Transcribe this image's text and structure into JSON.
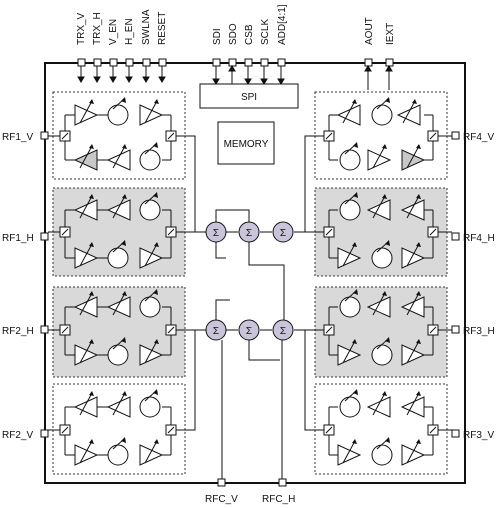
{
  "top_pins_left": [
    "TRX_V",
    "TRX_H",
    "V_EN",
    "H_EN",
    "SWLNA",
    "RESET"
  ],
  "top_pins_spi": [
    "SDI",
    "SDO",
    "CSB",
    "SCLK",
    "ADD[4:1]"
  ],
  "top_pins_right": [
    "AOUT",
    "IEXT"
  ],
  "blocks": {
    "spi": "SPI",
    "memory": "MEMORY"
  },
  "left_ports": [
    "RF1_V",
    "RF1_H",
    "RF2_H",
    "RF2_V"
  ],
  "right_ports": [
    "RF4_V",
    "RF4_H",
    "RF3_H",
    "RF3_V"
  ],
  "bottom_ports": [
    "RFC_V",
    "RFC_H"
  ],
  "combiner_symbol": "Σ",
  "colors": {
    "shaded_channel": "#d9d9d9",
    "combiner_fill": "#c9c4d9",
    "outline": "#111111"
  }
}
